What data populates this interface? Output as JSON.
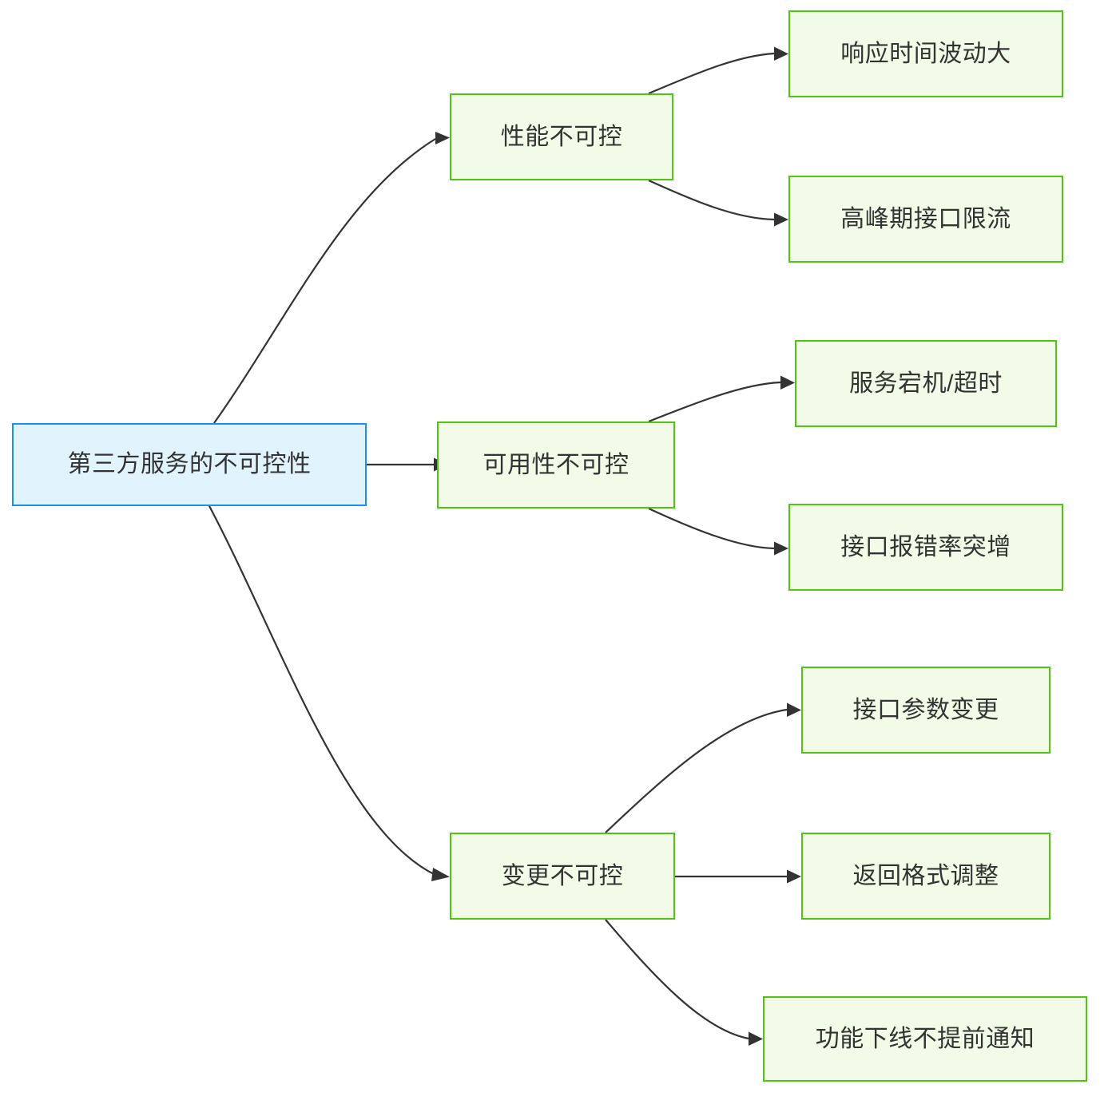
{
  "diagram": {
    "type": "mindmap-flowchart",
    "direction": "left-to-right",
    "colors": {
      "root_fill": "#e1f3fd",
      "root_stroke": "#1a91f0",
      "branch_fill": "#f1fbe7",
      "branch_stroke": "#4ec713",
      "leaf_fill": "#f1fbe7",
      "leaf_stroke": "#4ec713",
      "edge_stroke": "#333333",
      "text": "#333333",
      "background": "#ffffff"
    },
    "root": {
      "id": "root",
      "label": "第三方服务的不可控性"
    },
    "branches": [
      {
        "id": "branch-performance",
        "label": "性能不可控",
        "leaves": [
          {
            "id": "leaf-response-time",
            "label": "响应时间波动大"
          },
          {
            "id": "leaf-peak-throttle",
            "label": "高峰期接口限流"
          }
        ]
      },
      {
        "id": "branch-availability",
        "label": "可用性不可控",
        "leaves": [
          {
            "id": "leaf-downtime-timeout",
            "label": "服务宕机/超时"
          },
          {
            "id": "leaf-error-rate",
            "label": "接口报错率突增"
          }
        ]
      },
      {
        "id": "branch-change",
        "label": "变更不可控",
        "leaves": [
          {
            "id": "leaf-param-change",
            "label": "接口参数变更"
          },
          {
            "id": "leaf-format-change",
            "label": "返回格式调整"
          },
          {
            "id": "leaf-deprecation",
            "label": "功能下线不提前通知"
          }
        ]
      }
    ]
  }
}
